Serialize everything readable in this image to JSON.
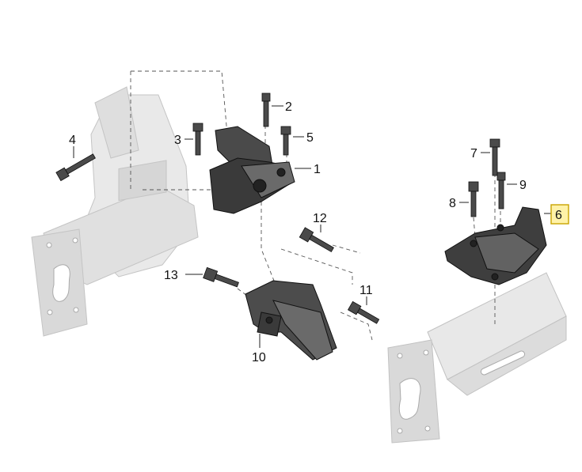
{
  "diagram": {
    "callouts": [
      "1",
      "2",
      "3",
      "4",
      "5",
      "6",
      "7",
      "8",
      "9",
      "10",
      "11",
      "12",
      "13"
    ],
    "highlighted_callout": "6",
    "highlight_color": "#fff2a8",
    "line_color": "#222222",
    "part_fill": "#3d3d3d",
    "body_fill": "#e6e6e6"
  }
}
